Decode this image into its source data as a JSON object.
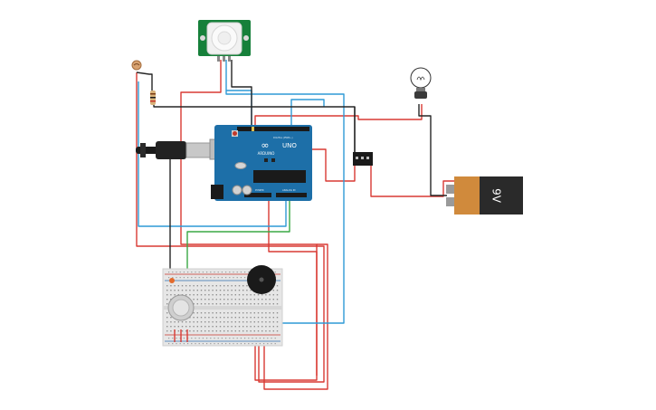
{
  "arduino": {
    "logo": "∞",
    "model": "UNO",
    "brand": "ARDUINO",
    "header_top": "DIGITAL (PWM~)",
    "header_power": "POWER",
    "header_analog": "ANALOG IN"
  },
  "battery": {
    "label": "9V"
  },
  "colors": {
    "red_wire": "#d93a33",
    "blue_wire": "#2f9ad6",
    "green_wire": "#3aa845",
    "black_wire": "#262626",
    "arduino_board": "#1d6fa8",
    "pir_board": "#16803a",
    "battery_orange": "#d08a3c",
    "battery_body": "#2a2a2a",
    "breadboard": "#e6e6e6"
  },
  "components": [
    "pir-sensor",
    "arduino-uno",
    "photoresistor",
    "resistor",
    "light-bulb",
    "relay",
    "9v-battery",
    "breadboard",
    "piezo-buzzer",
    "gas-sensor",
    "led",
    "usb-cable"
  ]
}
